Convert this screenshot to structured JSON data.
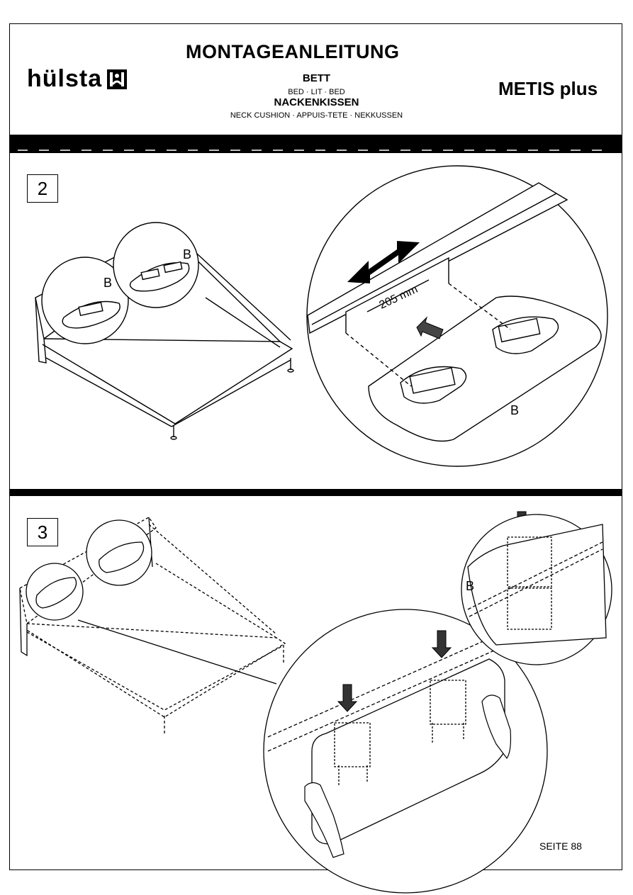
{
  "header": {
    "brand": "hülsta",
    "title": "MONTAGEANLEITUNG",
    "product": "METIS plus",
    "item1": "BETT",
    "item1_translations": "BED · LIT · BED",
    "item2": "NACKENKISSEN",
    "item2_translations": "NECK CUSHION · APPUIS-TETE · NEKKUSSEN"
  },
  "steps": [
    {
      "number": "2",
      "part_label": "B",
      "dimension": "205 mm"
    },
    {
      "number": "3",
      "part_label": "B"
    }
  ],
  "footer": {
    "page": "SEITE 88"
  },
  "icons": {
    "logo": "huelsta-logo-mark"
  }
}
